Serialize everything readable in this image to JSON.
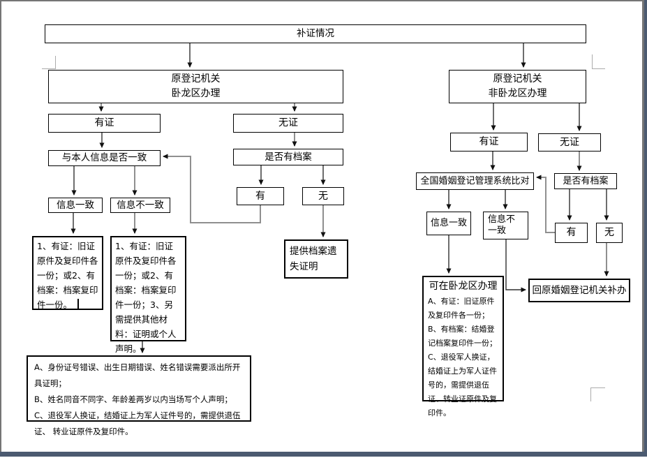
{
  "colors": {
    "frame_slate": "#4b5a70",
    "border_gray": "#757575",
    "mark_gray": "#ababab",
    "line_dark": "#2f2f2f",
    "line_gray": "#8f8f8f"
  },
  "nodes": {
    "title": "补证情况",
    "left_branch": {
      "line1": "原登记机关",
      "line2": "卧龙区办理"
    },
    "right_branch": {
      "line1": "原登记机关",
      "line2": "非卧龙区办理"
    },
    "left_has_cert": "有证",
    "left_no_cert": "无证",
    "left_match_q": "与本人信息是否一致",
    "left_archive_q": "是否有档案",
    "left_info_same": "信息一致",
    "left_info_diff": "信息不一致",
    "left_archive_yes": "有",
    "left_archive_no": "无",
    "lost_proof": "提供档案遗失证明",
    "detail_same": {
      "0": "1、有证：旧证原件及复印件各一份；或",
      "1": "2、有档案：档案复印件一份。"
    },
    "detail_diff": {
      "0": "1、有证：旧证原件及复印件各一份；或",
      "1": "2、有档案：档案复印件一份；",
      "2": "3、另需提供其他材料：证明或个人声明。"
    },
    "notes": {
      "0": "A、身份证号错误、出生日期错误、姓名错误需要派出所开具证明；",
      "1": "B、姓名同音不同字、年龄差两岁以内当场写个人声明；",
      "2": "C、退役军人换证，结婚证上为军人证件号的，需提供退伍证、 转业证原件及复印件。"
    },
    "right_has_cert": "有证",
    "right_no_cert": "无证",
    "national_check": "全国婚姻登记管理系统比对",
    "right_archive_q": "是否有档案",
    "right_info_same": "信息一致",
    "right_info_diff": "信息不一致",
    "right_archive_yes": "有",
    "right_archive_no": "无",
    "wolong": {
      "title": "可在卧龙区办理",
      "items": {
        "0": "A、有证：旧证原件及复印件各一份；",
        "1": "B、有档案：结婚登记档案复印件一份；",
        "2": "C、退役军人换证，结婚证上为军人证件号的，需提供退伍证、转业证原件及复印件。"
      }
    },
    "return_origin": "回原婚姻登记机关补办"
  }
}
